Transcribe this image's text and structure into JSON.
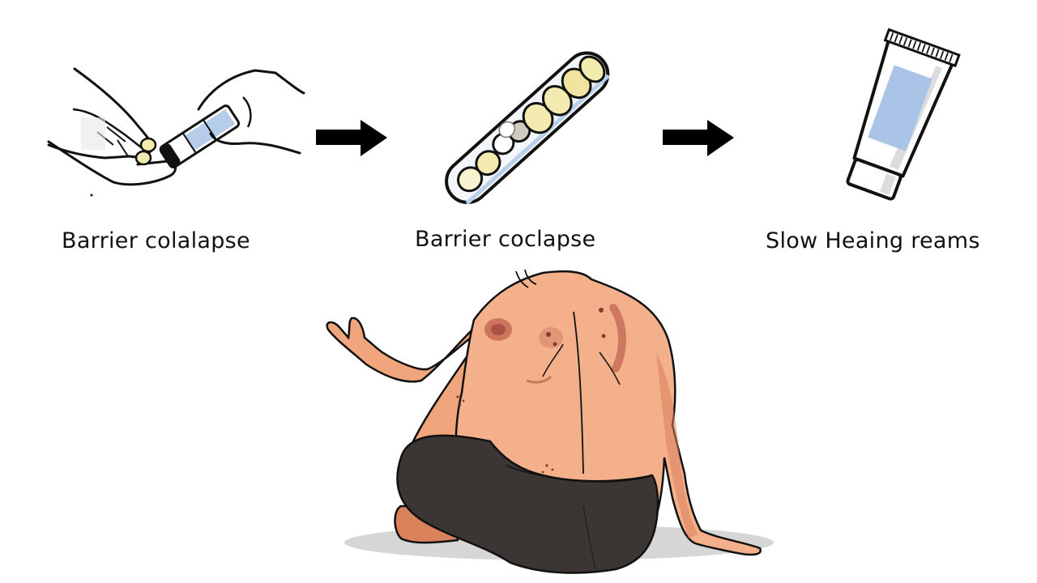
{
  "diagram": {
    "type": "process-flow",
    "steps": [
      {
        "id": "step1",
        "label": "Barrier colalapse",
        "icon": "hands-applying-tube-icon"
      },
      {
        "id": "step2",
        "label": "Barrier coclapse",
        "icon": "capsule-tube-icon"
      },
      {
        "id": "step3",
        "label": "Slow Heaing reams",
        "icon": "cream-tube-icon"
      }
    ],
    "arrows": [
      {
        "from": "step1",
        "to": "step2",
        "icon": "arrow-right-icon"
      },
      {
        "from": "step2",
        "to": "step3",
        "icon": "arrow-right-icon"
      }
    ],
    "central_figure": {
      "icon": "seated-person-back-icon",
      "description": "Seated person seen from behind with skin lesions on back and shoulders"
    }
  },
  "colors": {
    "background": "#ffffff",
    "outline": "#111111",
    "skin": "#f0a57c",
    "skin_shade": "#d9825b",
    "lesion": "#b5574a",
    "pants": "#3b3634",
    "tube_blue": "#a9c4e6",
    "capsule_yellow": "#f3eab0",
    "shadow": "#d6d6d6"
  }
}
